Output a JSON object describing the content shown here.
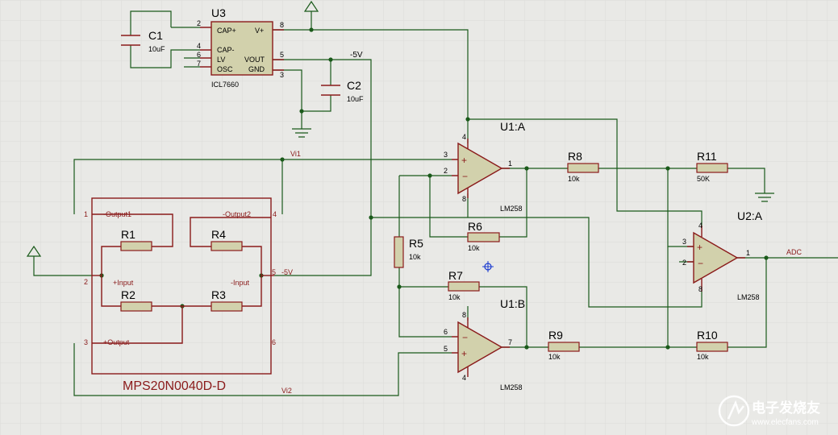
{
  "ic_u3": {
    "ref": "U3",
    "value": "ICL7660",
    "pin_labels": [
      "CAP+",
      "CAP-",
      "LV",
      "OSC",
      "V+",
      "VOUT",
      "GND"
    ],
    "pin_numbers": [
      "2",
      "4",
      "6",
      "7",
      "8",
      "5",
      "3"
    ]
  },
  "caps": [
    {
      "ref": "C1",
      "value": "10uF"
    },
    {
      "ref": "C2",
      "value": "10uF"
    }
  ],
  "supply_label": "-5V",
  "sensor": {
    "name": "MPS20N0040D-D",
    "pin_numbers": [
      "1",
      "2",
      "3",
      "4",
      "5",
      "6"
    ],
    "port_labels": [
      "-Output1",
      "-Output2",
      "+Input",
      "-Input",
      "+Output",
      "-5V"
    ],
    "resistors": [
      "R1",
      "R2",
      "R3",
      "R4"
    ]
  },
  "nets": {
    "vi1": "Vi1",
    "vi2": "Vi2",
    "adc": "ADC"
  },
  "opamps": [
    {
      "ref": "U1:A",
      "value": "LM258",
      "pins": [
        "3",
        "2",
        "1",
        "4",
        "8"
      ]
    },
    {
      "ref": "U1:B",
      "value": "LM258",
      "pins": [
        "6",
        "5",
        "7",
        "8",
        "4"
      ]
    },
    {
      "ref": "U2:A",
      "value": "LM258",
      "pins": [
        "3",
        "2",
        "1",
        "4",
        "8"
      ]
    }
  ],
  "resistors": [
    {
      "ref": "R5",
      "value": "10k"
    },
    {
      "ref": "R6",
      "value": "10k"
    },
    {
      "ref": "R7",
      "value": "10k"
    },
    {
      "ref": "R8",
      "value": "10k"
    },
    {
      "ref": "R9",
      "value": "10k"
    },
    {
      "ref": "R10",
      "value": "10k"
    },
    {
      "ref": "R11",
      "value": "50K"
    }
  ],
  "watermark": {
    "text": "电子发烧友",
    "url": "www.elecfans.com"
  }
}
